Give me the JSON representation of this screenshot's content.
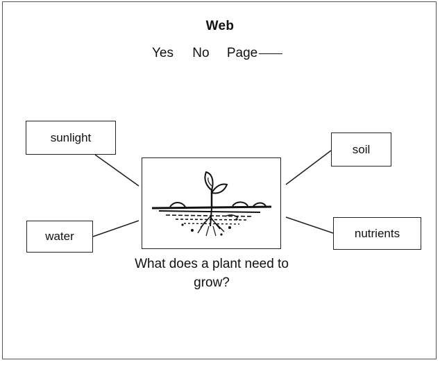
{
  "header": {
    "title": "Web",
    "yes_label": "Yes",
    "no_label": "No",
    "page_label": "Page"
  },
  "web": {
    "center_question": "What does a plant need to grow?",
    "nodes": {
      "sunlight": "sunlight",
      "water": "water",
      "soil": "soil",
      "nutrients": "nutrients"
    }
  },
  "colors": {
    "ink": "#111111",
    "border": "#222222",
    "background": "#ffffff"
  },
  "icons": {
    "center_image": "plant-sprout-icon"
  }
}
